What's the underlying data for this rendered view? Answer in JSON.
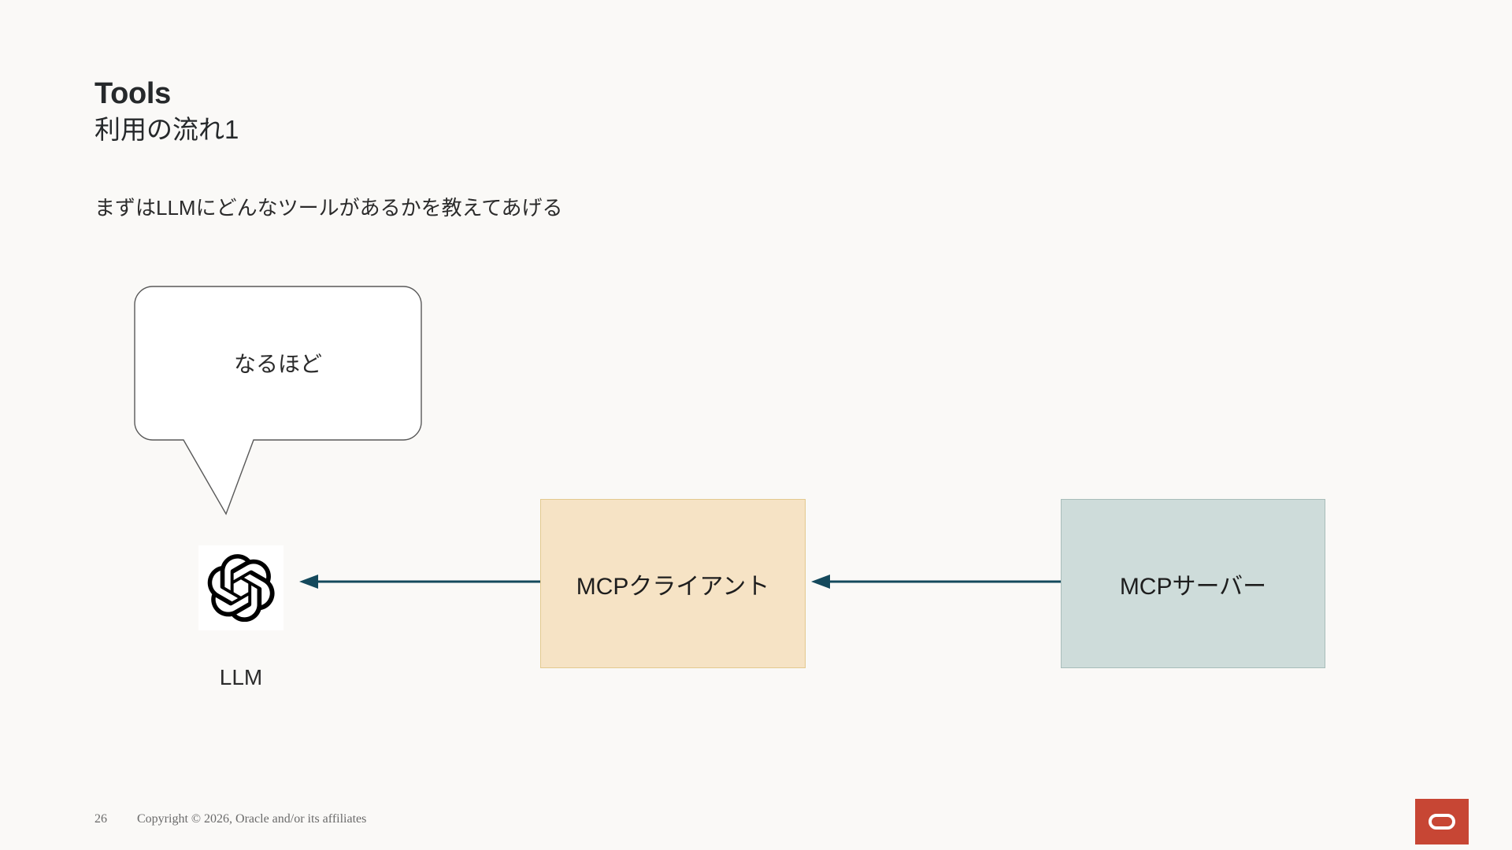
{
  "slide": {
    "title": "Tools",
    "subtitle": "利用の流れ1",
    "body_text": "まずはLLMにどんなツールがあるかを教えてあげる",
    "background_color": "#faf9f7"
  },
  "diagram": {
    "speech_bubble": {
      "text": "なるほど",
      "fill": "#ffffff",
      "stroke": "#595959"
    },
    "llm_node": {
      "label": "LLM",
      "icon": "openai-logo-icon",
      "icon_background": "#ffffff"
    },
    "boxes": [
      {
        "label": "MCPクライアント",
        "fill": "#f6e3c5",
        "border": "#e3c98f"
      },
      {
        "label": "MCPサーバー",
        "fill": "#cedcda",
        "border": "#a8bdba"
      }
    ],
    "arrows": [
      {
        "name": "arrow-client-to-llm",
        "direction": "left",
        "color": "#14495c"
      },
      {
        "name": "arrow-server-to-client",
        "direction": "left",
        "color": "#14495c"
      }
    ]
  },
  "footer": {
    "page_number": "26",
    "copyright": "Copyright © 2026, Oracle and/or its affiliates",
    "logo_color": "#c74634",
    "logo_name": "oracle-logo"
  }
}
